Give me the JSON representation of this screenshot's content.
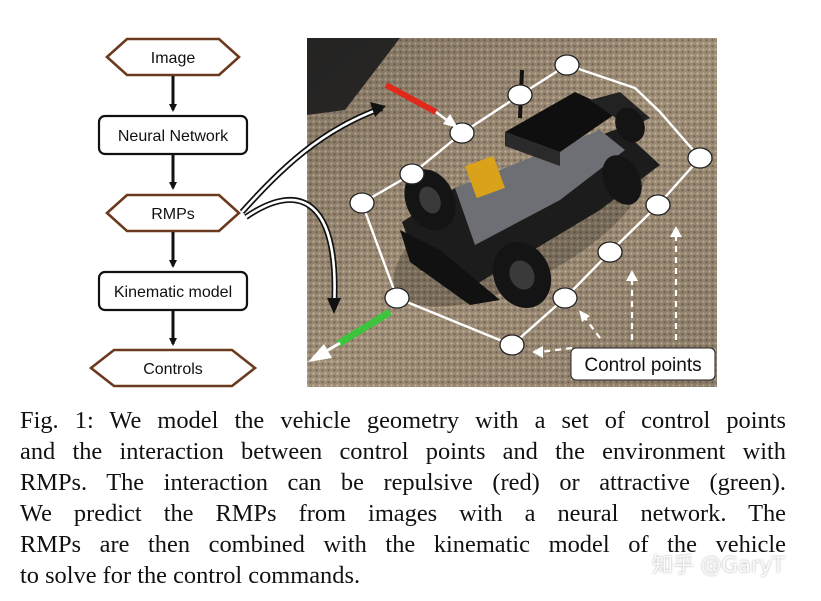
{
  "flowchart": {
    "nodes": [
      {
        "label": "Image",
        "shape": "hexagon"
      },
      {
        "label": "Neural Network",
        "shape": "rounded-rect"
      },
      {
        "label": "RMPs",
        "shape": "hexagon"
      },
      {
        "label": "Kinematic model",
        "shape": "rounded-rect"
      },
      {
        "label": "Controls",
        "shape": "hexagon"
      }
    ]
  },
  "photo": {
    "callout_label": "Control points"
  },
  "colors": {
    "hexagon_border": "#6b3a1e",
    "repulsive_arrow": "#e0281c",
    "attractive_arrow": "#3cc43c",
    "carpet": "#9a8a74"
  },
  "caption": {
    "lines": [
      "Fig. 1: We model the vehicle geometry with a set of control points",
      "and the interaction between control points and the environment with",
      "RMPs. The interaction can be repulsive (red) or attractive (green).",
      "We predict the RMPs from images with a neural network. The",
      "RMPs are then combined with the kinematic model of the vehicle",
      "to solve for the control commands."
    ]
  },
  "watermark": "知乎 @GaryT"
}
